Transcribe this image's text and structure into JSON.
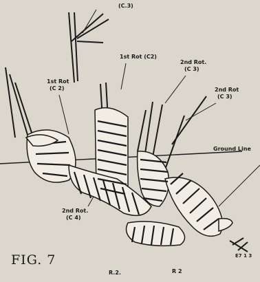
{
  "figure_caption": "FIG. 7",
  "labels": {
    "top_root": "(C.3)",
    "first_root_left_line1": "1st Rot",
    "first_root_left_line2": "(C 2)",
    "first_root_center": "1st Rot (C2)",
    "second_root_center_line1": "2nd Rot.",
    "second_root_center_line2": "(C 3)",
    "second_root_right_line1": "2nd Rot",
    "second_root_right_line2": "(C 3)",
    "ground_line": "Ground Line",
    "second_root_bottom_line1": "2nd Rot.",
    "second_root_bottom_line2": "(C 4)",
    "r2_left": "R.2.",
    "r2_right": "R 2",
    "bottom_right_mark": "E7 1 3"
  }
}
